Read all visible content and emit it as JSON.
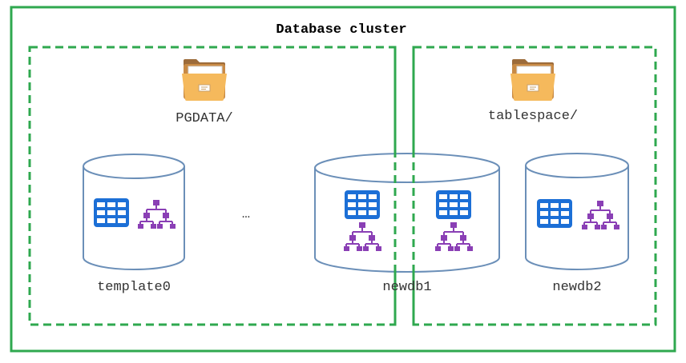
{
  "diagram": {
    "title": "Database cluster",
    "regions": {
      "pgdata": {
        "label": "PGDATA/",
        "icon": "folder-icon"
      },
      "tablespace": {
        "label": "tablespace/",
        "icon": "folder-icon"
      }
    },
    "ellipsis": "…",
    "databases": [
      {
        "name": "template0"
      },
      {
        "name": "newdb1"
      },
      {
        "name": "newdb2"
      }
    ],
    "icons": {
      "table": "table-icon",
      "index": "hierarchy-icon"
    },
    "colors": {
      "cluster_border": "#2fa84f",
      "region_border": "#2fa84f",
      "cylinder_stroke": "#6b8fb8",
      "table_icon": "#1c6fd6",
      "index_icon": "#8a3fb5",
      "folder": "#f5b95c"
    }
  }
}
